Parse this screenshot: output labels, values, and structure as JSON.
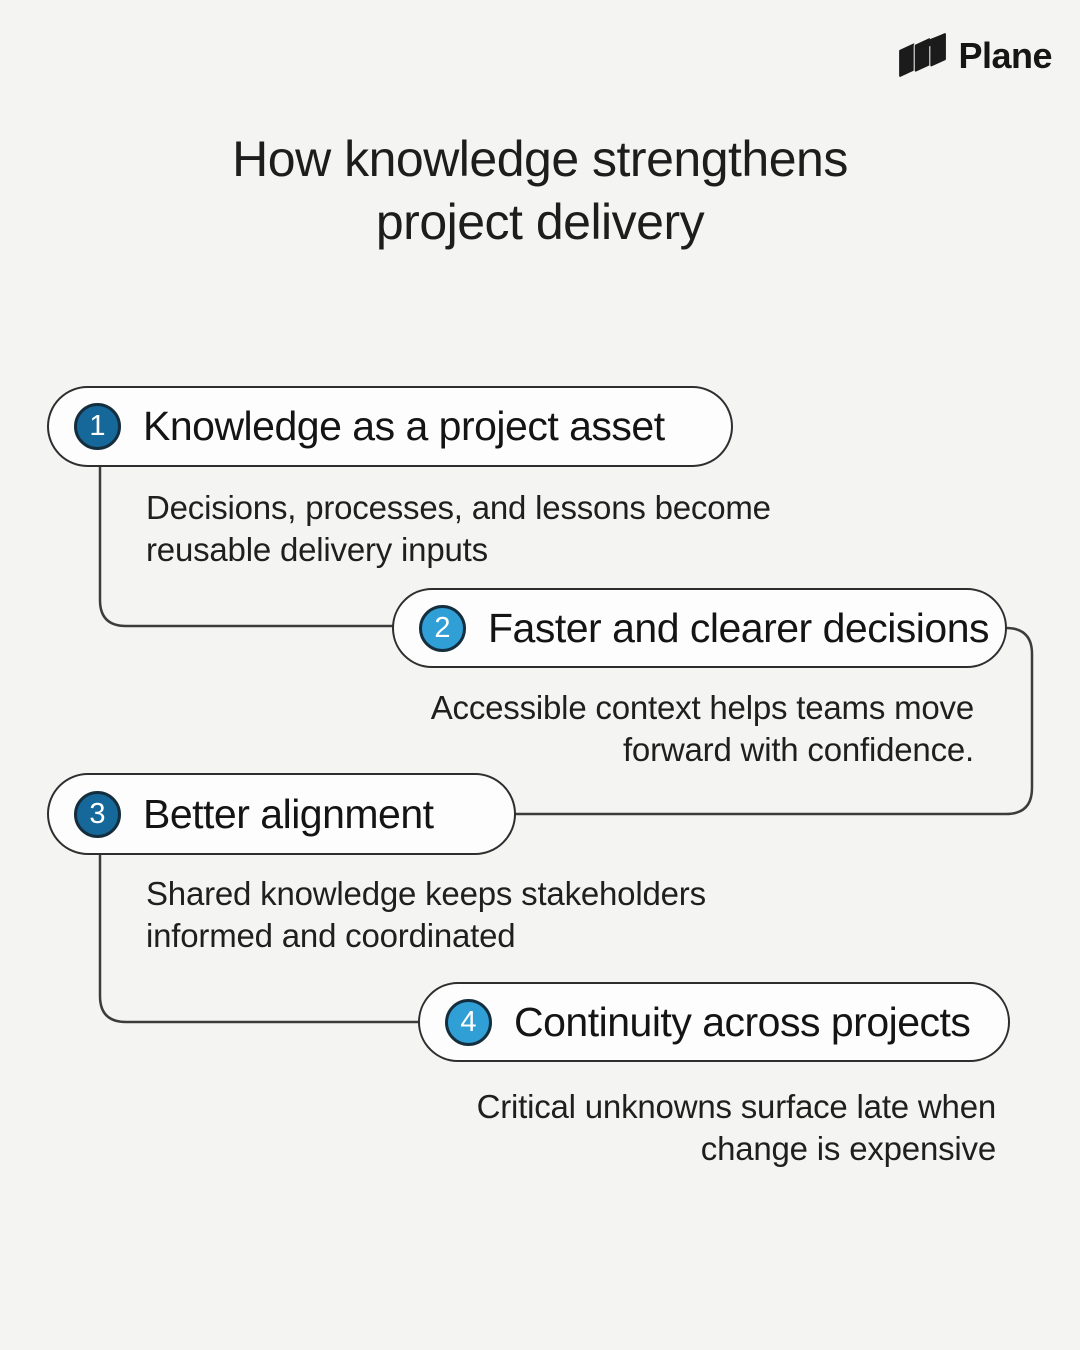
{
  "brand": {
    "name": "Plane",
    "logo_icon": "plane-logo-icon"
  },
  "title": {
    "line1": "How knowledge strengthens",
    "line2": "project delivery"
  },
  "colors": {
    "background": "#F4F4F2",
    "card_fill": "#FDFDFD",
    "card_outline": "#2E2E2E",
    "connector_line": "#3C3C3C",
    "badge_ring": "#152E3E",
    "badge_dark_blue": "#16689A",
    "badge_light_blue": "#2F9FD6",
    "logo_dark": "#1B1B1B"
  },
  "steps": [
    {
      "number": "1",
      "label": "Knowledge as a project asset",
      "badge_color": "#16689A",
      "description_line1": "Decisions, processes, and lessons become",
      "description_line2": "reusable delivery inputs",
      "description_align": "left"
    },
    {
      "number": "2",
      "label": "Faster and clearer decisions",
      "badge_color": "#2F9FD6",
      "description_line1": "Accessible context helps teams move",
      "description_line2": "forward with confidence.",
      "description_align": "right"
    },
    {
      "number": "3",
      "label": "Better alignment",
      "badge_color": "#16689A",
      "description_line1": "Shared knowledge keeps stakeholders",
      "description_line2": "informed and coordinated",
      "description_align": "left"
    },
    {
      "number": "4",
      "label": "Continuity across projects",
      "badge_color": "#2F9FD6",
      "description_line1": "Critical unknowns surface late when",
      "description_line2": "change is expensive",
      "description_align": "right"
    }
  ]
}
